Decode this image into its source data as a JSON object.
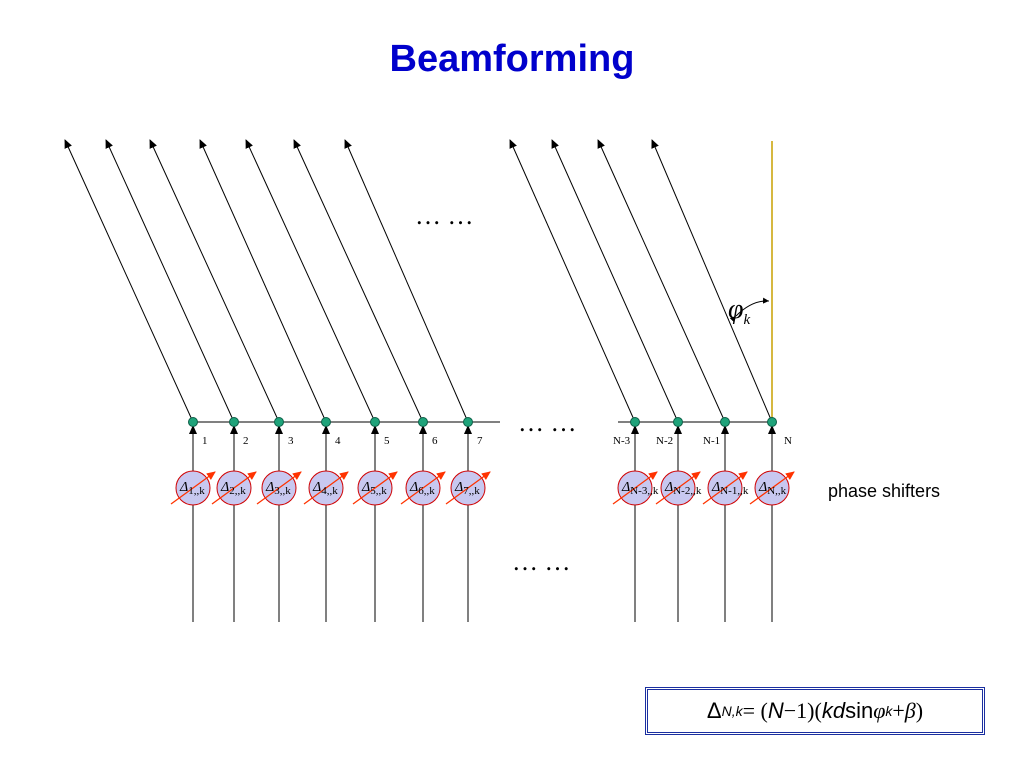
{
  "title": "Beamforming",
  "elements": [
    {
      "label": "1",
      "shifter": "1,,k"
    },
    {
      "label": "2",
      "shifter": "2,,k"
    },
    {
      "label": "3",
      "shifter": "3,,k"
    },
    {
      "label": "4",
      "shifter": "4,,k"
    },
    {
      "label": "5",
      "shifter": "5,,k"
    },
    {
      "label": "6",
      "shifter": "6,,k"
    },
    {
      "label": "7",
      "shifter": "7,,k"
    },
    {
      "label": "N-3",
      "shifter": "N-3,,k"
    },
    {
      "label": "N-2",
      "shifter": "N-2,,k"
    },
    {
      "label": "N-1",
      "shifter": "N-1,,k"
    },
    {
      "label": "N",
      "shifter": "N,,k"
    }
  ],
  "ellipsis": "… …",
  "shifter_symbol": "Δ",
  "phase_shifters_label": "phase shifters",
  "angle": {
    "symbol": "φ",
    "subscript": "k"
  },
  "formula": {
    "lhs": "Δ",
    "lhs_sub": "N,k",
    "eq": " = (",
    "n": "N",
    "minus_one": "−1",
    "mid": ")(",
    "kd": "kd",
    "sin": " sin",
    "phi": "φ",
    "phi_sub": "k",
    "plus": " + ",
    "beta": "β",
    "close": ")"
  },
  "colors": {
    "title": "#0000cc",
    "node": "#1fa37a",
    "shifter_fill": "#c8c8f0",
    "shifter_stroke": "#d00000",
    "shifter_arrow": "#ff3300",
    "reference_line": "#c8a000"
  }
}
